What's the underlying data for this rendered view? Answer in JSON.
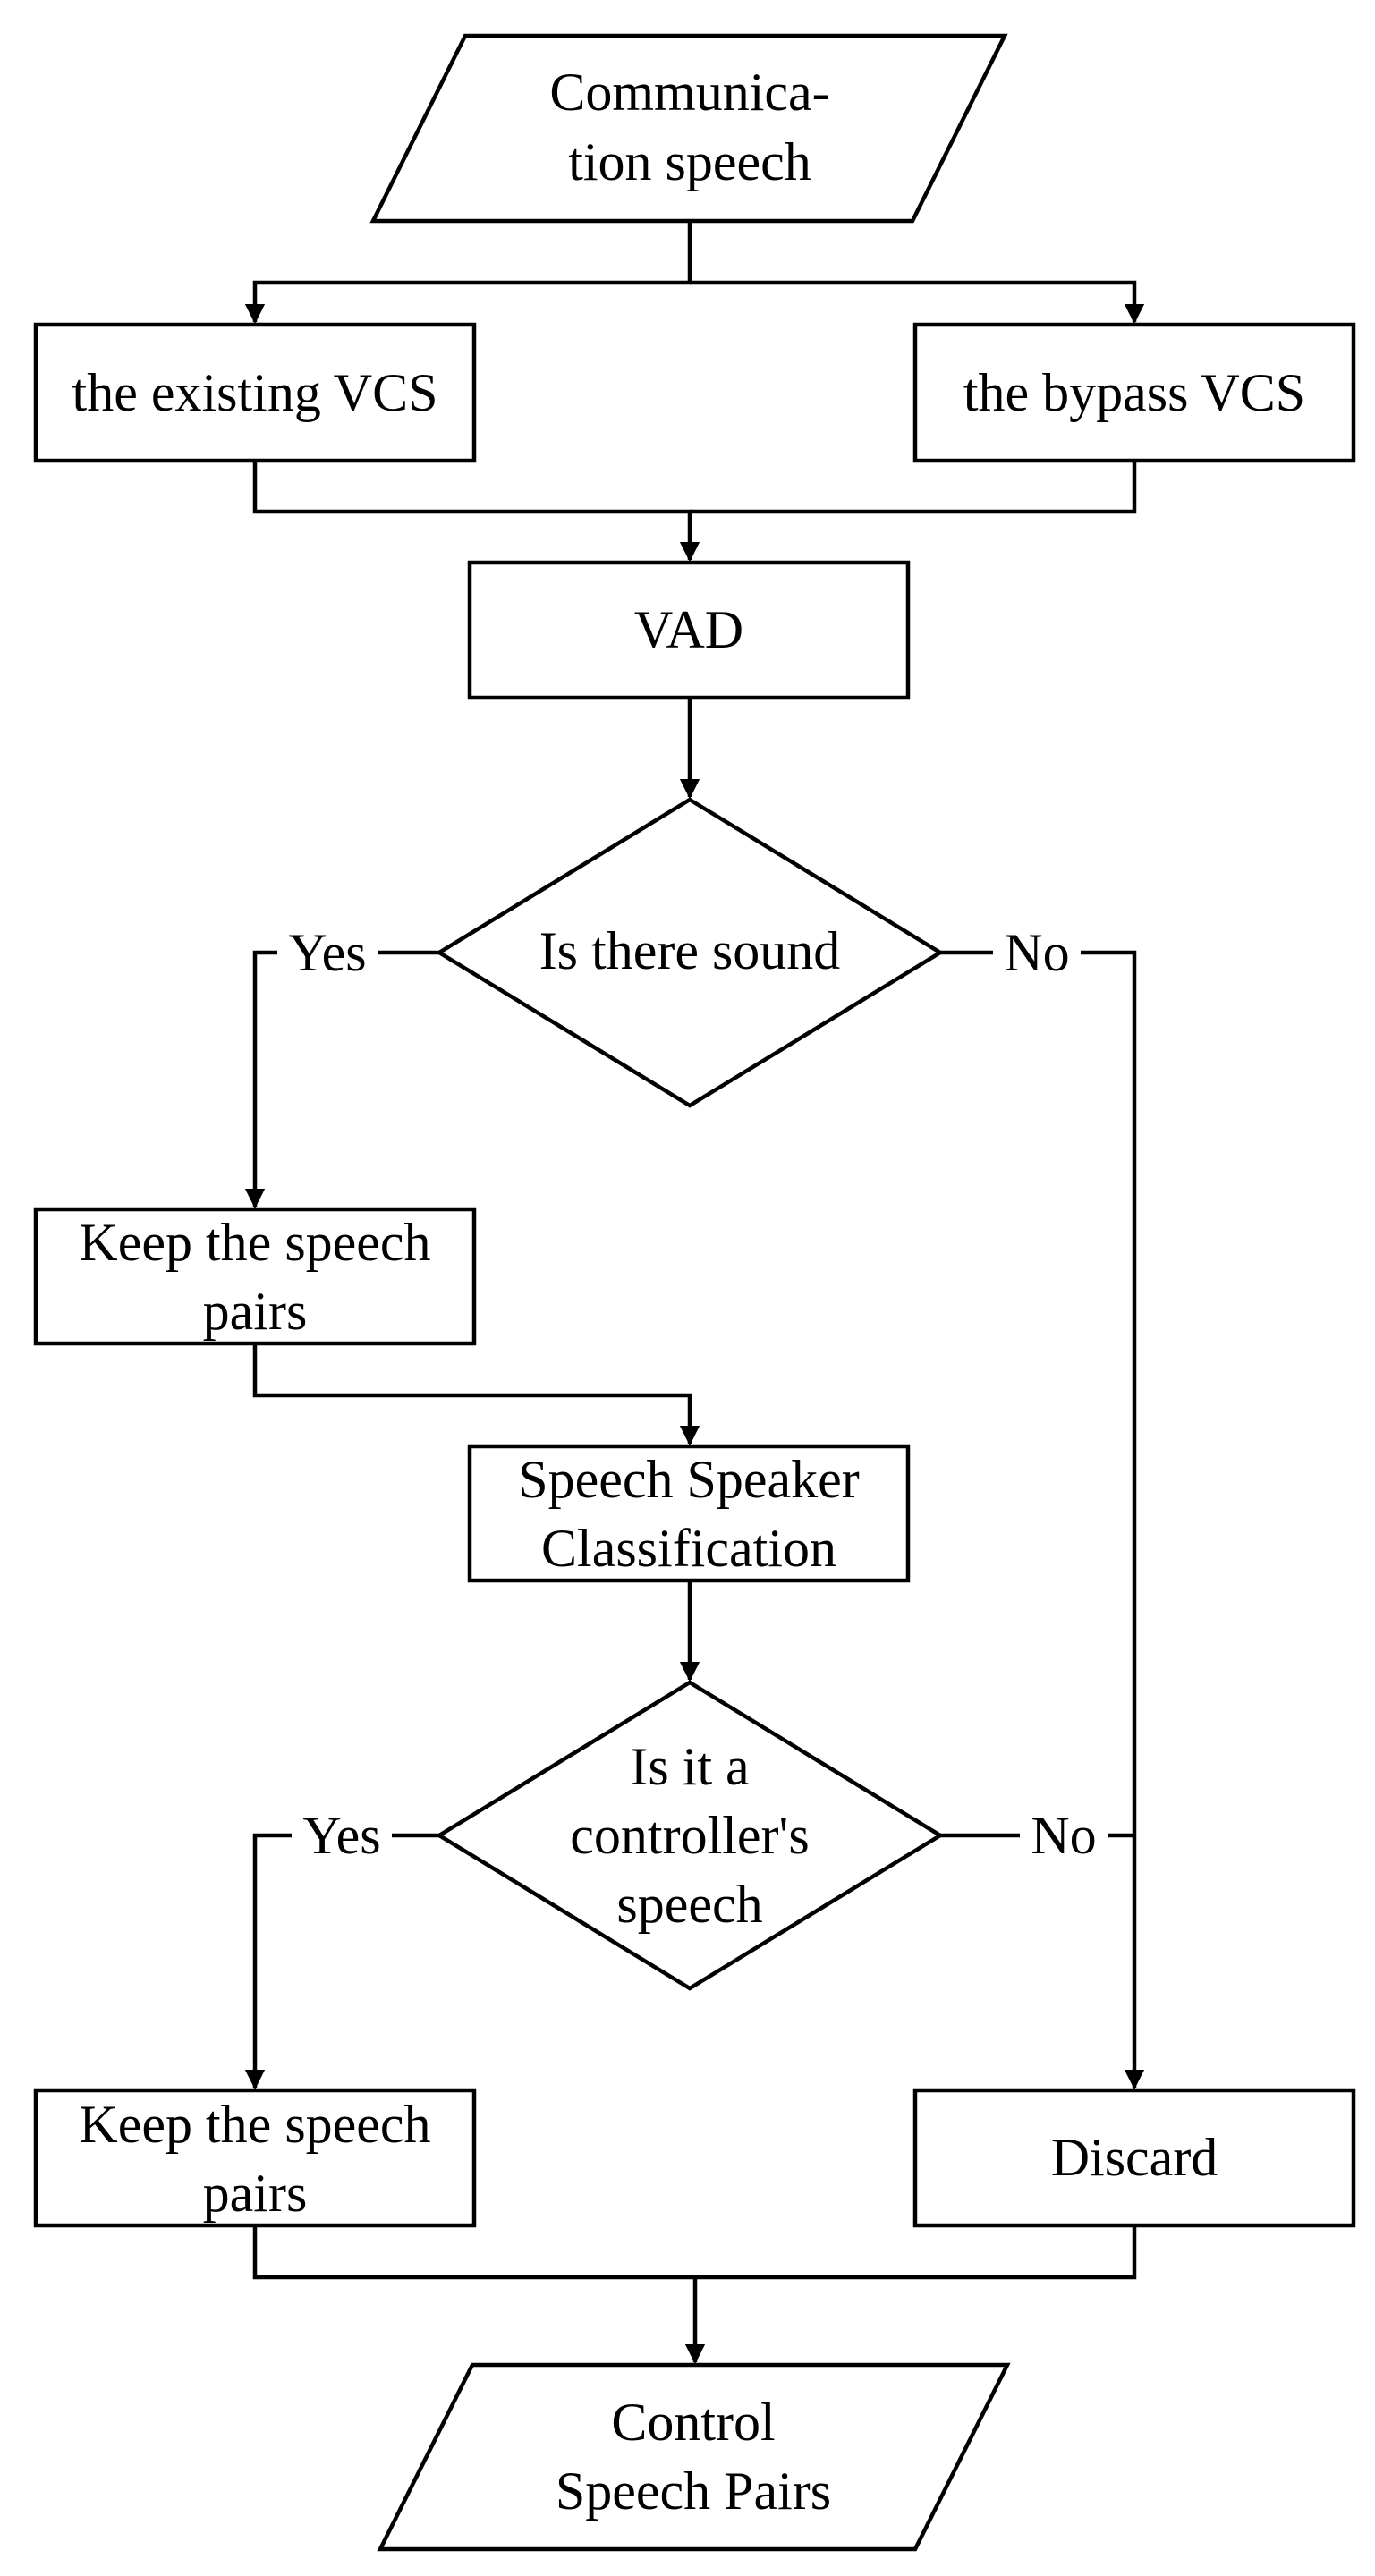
{
  "nodes": {
    "input": {
      "lines": [
        "Communica-",
        "tion speech"
      ]
    },
    "existing_vcs": {
      "lines": [
        "the existing VCS"
      ]
    },
    "bypass_vcs": {
      "lines": [
        "the bypass VCS"
      ]
    },
    "vad": {
      "lines": [
        "VAD"
      ]
    },
    "decision_sound": {
      "lines": [
        "Is there sound"
      ]
    },
    "keep_pairs_1": {
      "lines": [
        "Keep the speech",
        "pairs"
      ]
    },
    "speaker_classification": {
      "lines": [
        "Speech Speaker",
        "Classification"
      ]
    },
    "decision_controller": {
      "lines": [
        "Is it a",
        "controller's",
        "speech"
      ]
    },
    "keep_pairs_2": {
      "lines": [
        "Keep the speech",
        "pairs"
      ]
    },
    "discard": {
      "lines": [
        "Discard"
      ]
    },
    "output": {
      "lines": [
        "Control",
        "Speech Pairs"
      ]
    }
  },
  "edge_labels": {
    "sound_yes": "Yes",
    "sound_no": "No",
    "controller_yes": "Yes",
    "controller_no": "No"
  }
}
